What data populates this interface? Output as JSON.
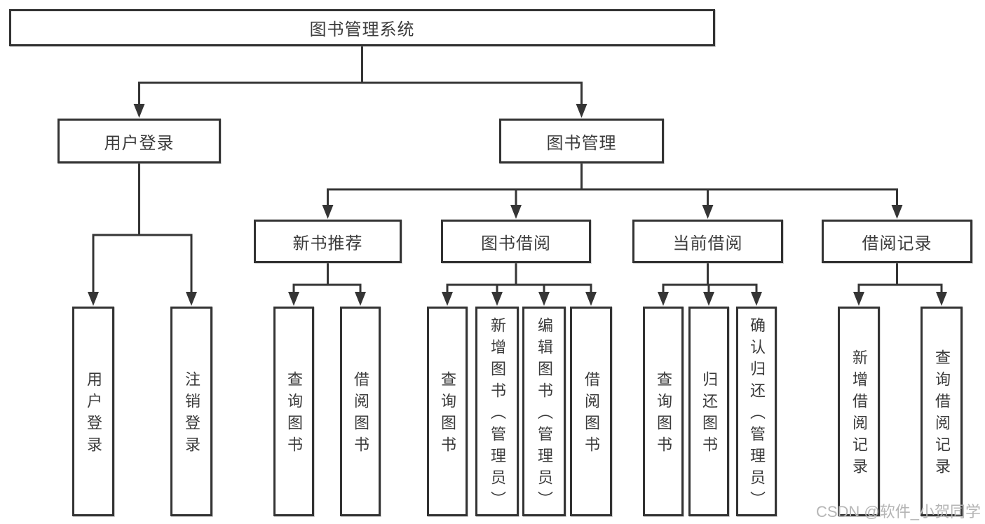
{
  "diagram": {
    "title": "图书管理系统",
    "type": "functional-structure-tree",
    "colors": {
      "line": "#353535",
      "box_border": "#333333",
      "text": "#3b3b3b",
      "background": "#ffffff",
      "watermark": "#b5b5b5"
    },
    "nodes": [
      {
        "id": "root",
        "label": "图书管理系统",
        "parent": null,
        "orientation": "horizontal"
      },
      {
        "id": "user-login",
        "label": "用户登录",
        "parent": "root",
        "orientation": "horizontal"
      },
      {
        "id": "book-mgmt",
        "label": "图书管理",
        "parent": "root",
        "orientation": "horizontal"
      },
      {
        "id": "new-book-rec",
        "label": "新书推荐",
        "parent": "book-mgmt",
        "orientation": "horizontal"
      },
      {
        "id": "book-borrow",
        "label": "图书借阅",
        "parent": "book-mgmt",
        "orientation": "horizontal"
      },
      {
        "id": "current-borrow",
        "label": "当前借阅",
        "parent": "book-mgmt",
        "orientation": "horizontal"
      },
      {
        "id": "borrow-record",
        "label": "借阅记录",
        "parent": "book-mgmt",
        "orientation": "horizontal"
      },
      {
        "id": "login",
        "label": "用户登录",
        "parent": "user-login",
        "orientation": "vertical"
      },
      {
        "id": "logout",
        "label": "注销登录",
        "parent": "user-login",
        "orientation": "vertical"
      },
      {
        "id": "rec-query-book",
        "label": "查询图书",
        "parent": "new-book-rec",
        "orientation": "vertical"
      },
      {
        "id": "rec-borrow-book",
        "label": "借阅图书",
        "parent": "new-book-rec",
        "orientation": "vertical"
      },
      {
        "id": "bb-query-book",
        "label": "查询图书",
        "parent": "book-borrow",
        "orientation": "vertical"
      },
      {
        "id": "bb-add-book",
        "label": "新增图书（管理员）",
        "parent": "book-borrow",
        "orientation": "vertical"
      },
      {
        "id": "bb-edit-book",
        "label": "编辑图书（管理员）",
        "parent": "book-borrow",
        "orientation": "vertical"
      },
      {
        "id": "bb-borrow-book",
        "label": "借阅图书",
        "parent": "book-borrow",
        "orientation": "vertical"
      },
      {
        "id": "cb-query-book",
        "label": "查询图书",
        "parent": "current-borrow",
        "orientation": "vertical"
      },
      {
        "id": "cb-return-book",
        "label": "归还图书",
        "parent": "current-borrow",
        "orientation": "vertical"
      },
      {
        "id": "cb-confirm-return",
        "label": "确认归还（管理员）",
        "parent": "current-borrow",
        "orientation": "vertical"
      },
      {
        "id": "br-add-record",
        "label": "新增借阅记录",
        "parent": "borrow-record",
        "orientation": "vertical"
      },
      {
        "id": "br-query-record",
        "label": "查询借阅记录",
        "parent": "borrow-record",
        "orientation": "vertical"
      }
    ],
    "watermark": "CSDN @软件_小贺同学"
  }
}
